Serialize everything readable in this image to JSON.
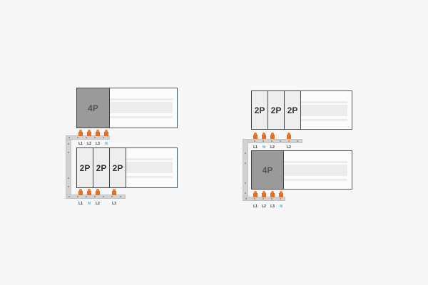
{
  "colors": {
    "rail_border": "#3f5e73",
    "breaker_4p": "#9a9a9a",
    "breaker_2p": "#eeeeee",
    "pin": "#e27028",
    "neutral_label": "#2aa8d8",
    "busbar": "#d2d2d2"
  },
  "left_assembly": {
    "top_row": {
      "breakers": [
        {
          "label": "4P"
        }
      ]
    },
    "top_busbar_labels": [
      "L1",
      "L2",
      "L3",
      "N"
    ],
    "bottom_row": {
      "breakers": [
        {
          "label": "2P"
        },
        {
          "label": "2P"
        },
        {
          "label": "2P"
        }
      ]
    },
    "bottom_busbar_labels": [
      "L1",
      "N",
      "L2",
      "L3"
    ]
  },
  "right_assembly": {
    "top_row": {
      "breakers": [
        {
          "label": "2P"
        },
        {
          "label": "2P"
        },
        {
          "label": "2P"
        }
      ]
    },
    "top_busbar_labels": [
      "L1",
      "N",
      "L2",
      "L2"
    ],
    "bottom_row": {
      "breakers": [
        {
          "label": "4P"
        }
      ]
    },
    "bottom_busbar_labels": [
      "L1",
      "L2",
      "L3",
      "N"
    ]
  }
}
